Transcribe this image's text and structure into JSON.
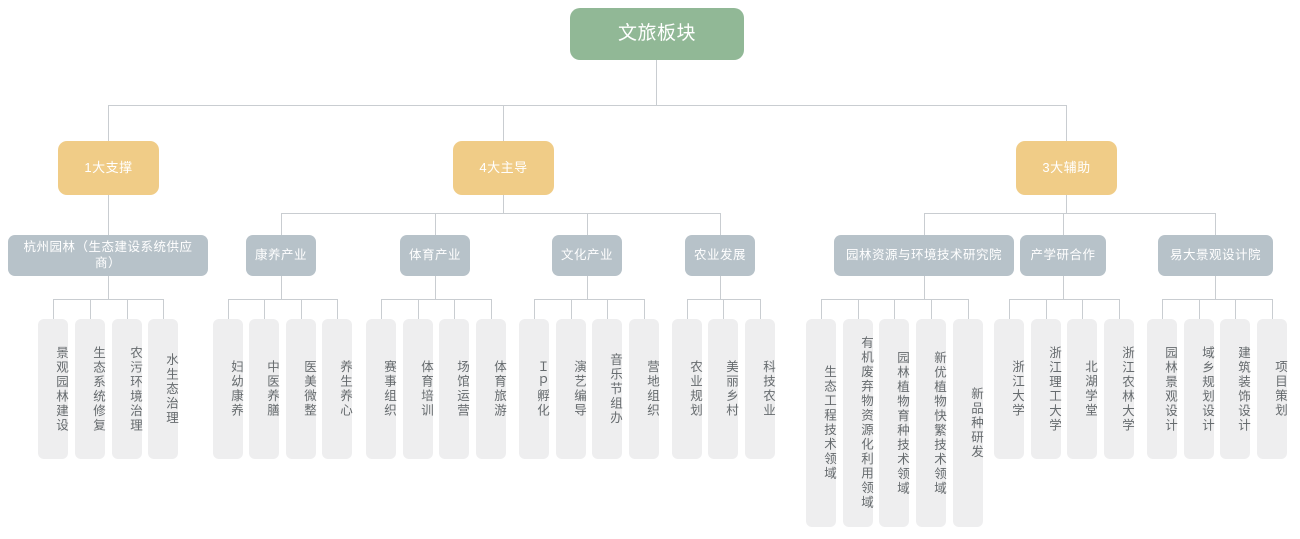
{
  "diagram": {
    "type": "organization-tree",
    "title": "文旅板块",
    "colors": {
      "root": "#91b896",
      "level2": "#f0cc87",
      "level3": "#b7c2c9",
      "leaf_bg": "#eeeeef",
      "leaf_text": "#666b6e",
      "connector": "#c9cdd1",
      "background": "#ffffff"
    },
    "root": {
      "label": "文旅板块"
    },
    "level2": [
      {
        "id": "l2a",
        "label": "1大支撑"
      },
      {
        "id": "l2b",
        "label": "4大主导"
      },
      {
        "id": "l2c",
        "label": "3大辅助"
      }
    ],
    "level3": [
      {
        "id": "l3-1",
        "parent": "l2a",
        "label": "杭州园林（生态建设系统供应商）"
      },
      {
        "id": "l3-2",
        "parent": "l2b",
        "label": "康养产业"
      },
      {
        "id": "l3-3",
        "parent": "l2b",
        "label": "体育产业"
      },
      {
        "id": "l3-4",
        "parent": "l2b",
        "label": "文化产业"
      },
      {
        "id": "l3-5",
        "parent": "l2b",
        "label": "农业发展"
      },
      {
        "id": "l3-6",
        "parent": "l2c",
        "label": "园林资源与环境技术研究院"
      },
      {
        "id": "l3-7",
        "parent": "l2c",
        "label": "产学研合作"
      },
      {
        "id": "l3-8",
        "parent": "l2c",
        "label": "易大景观设计院"
      }
    ],
    "leaves": [
      {
        "id": "lf01",
        "parent": "l3-1",
        "label": "景观园林建设"
      },
      {
        "id": "lf02",
        "parent": "l3-1",
        "label": "生态系统修复"
      },
      {
        "id": "lf03",
        "parent": "l3-1",
        "label": "农污环境治理"
      },
      {
        "id": "lf04",
        "parent": "l3-1",
        "label": "水生态治理"
      },
      {
        "id": "lf05",
        "parent": "l3-2",
        "label": "妇幼康养"
      },
      {
        "id": "lf06",
        "parent": "l3-2",
        "label": "中医养膳"
      },
      {
        "id": "lf07",
        "parent": "l3-2",
        "label": "医美微整"
      },
      {
        "id": "lf08",
        "parent": "l3-2",
        "label": "养生养心"
      },
      {
        "id": "lf09",
        "parent": "l3-3",
        "label": "赛事组织"
      },
      {
        "id": "lf10",
        "parent": "l3-3",
        "label": "体育培训"
      },
      {
        "id": "lf11",
        "parent": "l3-3",
        "label": "场馆运营"
      },
      {
        "id": "lf12",
        "parent": "l3-3",
        "label": "体育旅游"
      },
      {
        "id": "lf13",
        "parent": "l3-4",
        "label": "Ｉｐ孵化"
      },
      {
        "id": "lf14",
        "parent": "l3-4",
        "label": "演艺编导"
      },
      {
        "id": "lf15",
        "parent": "l3-4",
        "label": "音乐节组办"
      },
      {
        "id": "lf16",
        "parent": "l3-4",
        "label": "营地组织"
      },
      {
        "id": "lf17",
        "parent": "l3-5",
        "label": "农业规划"
      },
      {
        "id": "lf18",
        "parent": "l3-5",
        "label": "美丽乡村"
      },
      {
        "id": "lf19",
        "parent": "l3-5",
        "label": "科技农业"
      },
      {
        "id": "lf20",
        "parent": "l3-6",
        "label": "生态工程技术领域"
      },
      {
        "id": "lf21",
        "parent": "l3-6",
        "label": "有机废弃物资源化利用领域"
      },
      {
        "id": "lf22",
        "parent": "l3-6",
        "label": "园林植物育种技术领域"
      },
      {
        "id": "lf23",
        "parent": "l3-6",
        "label": "新优植物快繁技术领域"
      },
      {
        "id": "lf24",
        "parent": "l3-6",
        "label": "新品种研发"
      },
      {
        "id": "lf25",
        "parent": "l3-7",
        "label": "浙江大学"
      },
      {
        "id": "lf26",
        "parent": "l3-7",
        "label": "浙江理工大学"
      },
      {
        "id": "lf27",
        "parent": "l3-7",
        "label": "北湖学堂"
      },
      {
        "id": "lf28",
        "parent": "l3-7",
        "label": "浙江农林大学"
      },
      {
        "id": "lf29",
        "parent": "l3-8",
        "label": "园林景观设计"
      },
      {
        "id": "lf30",
        "parent": "l3-8",
        "label": "域乡规划设计"
      },
      {
        "id": "lf31",
        "parent": "l3-8",
        "label": "建筑装饰设计"
      },
      {
        "id": "lf32",
        "parent": "l3-8",
        "label": "项目策划"
      }
    ]
  }
}
